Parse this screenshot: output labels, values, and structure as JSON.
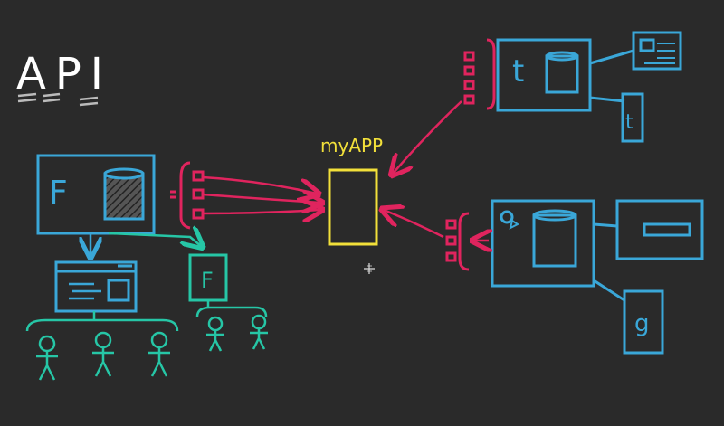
{
  "title": "API",
  "app_label": "myAPP",
  "facebook_letter": "F",
  "facebook_small_letter": "F",
  "twitter_letter": "t",
  "twitter_small_letter": "t",
  "google_letter": "g",
  "colors": {
    "background": "#2a2a2a",
    "service": "#3aa7d8",
    "api": "#e0245e",
    "app": "#f2e03a",
    "users": "#26c6a6",
    "arrows_in": "#e0245e",
    "title": "#ffffff"
  },
  "icons": [
    "database-icon",
    "browser-window-icon",
    "person-icon",
    "cursor-icon"
  ]
}
